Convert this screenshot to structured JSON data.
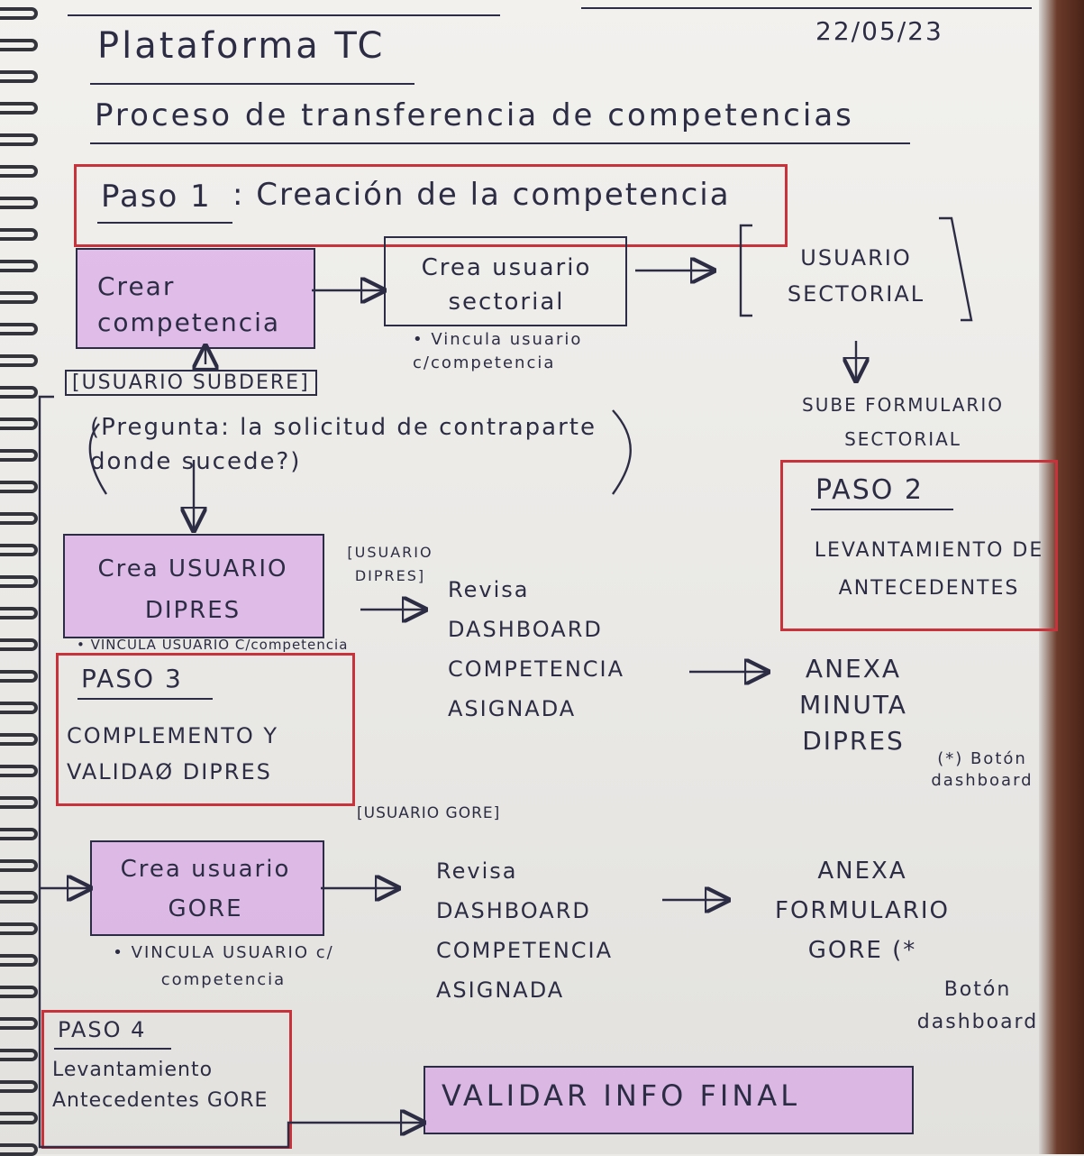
{
  "header": {
    "title": "Plataforma TC",
    "date": "22/05/23",
    "subtitle": "Proceso de transferencia de competencias"
  },
  "step1": {
    "label": "Paso 1",
    "title": ": Creación de la competencia"
  },
  "nodes": {
    "crear_competencia": "Crear competencia",
    "crea_usuario_sectorial": "Crea usuario sectorial",
    "vincula_sectorial": "• Vincula usuario c/competencia",
    "usuario_sectorial": "USUARIO SECTORIAL",
    "usuario_subdere": "[USUARIO SUBDERE]",
    "pregunta": "(Pregunta: la solicitud de contraparte donde sucede?)",
    "sube_formulario": "SUBE FORMULARIO SECTORIAL",
    "crea_usuario_dipres": "Crea USUARIO DIPRES",
    "vincula_dipres": "• VINCULA USUARIO C/competencia",
    "usuario_dipres_tag": "[USUARIO DIPRES]",
    "revisa_dashboard_1": "Revisa DASHBOARD COMPETENCIA ASIGNADA",
    "anexa_minuta": "ANEXA MINUTA DIPRES",
    "boton_dashboard_1": "(*) Botón dashboard",
    "usuario_gore_tag": "[USUARIO GORE]",
    "crea_usuario_gore": "Crea usuario GORE",
    "vincula_gore": "• VINCULA USUARIO c/ competencia",
    "revisa_dashboard_2": "Revisa DASHBOARD COMPETENCIA ASIGNADA",
    "anexa_formulario_gore": "ANEXA FORMULARIO GORE (*",
    "boton_dashboard_2": "Botón dashboard",
    "validar": "VALIDAR INFO FINAL"
  },
  "step2": {
    "label": "PASO 2",
    "title": "LEVANTAMIENTO DE ANTECEDENTES"
  },
  "step3": {
    "label": "PASO 3",
    "title": "COMPLEMENTO Y VALIDAØ DIPRES"
  },
  "step4": {
    "label": "PASO 4",
    "title": "Levantamiento Antecedentes GORE"
  },
  "colors": {
    "ink": "#2c2d44",
    "red": "#c8323a",
    "pink": "#d696e8",
    "yellow": "#f3ea2a",
    "green": "#aae6a0",
    "salmon": "#f0aaa0"
  }
}
